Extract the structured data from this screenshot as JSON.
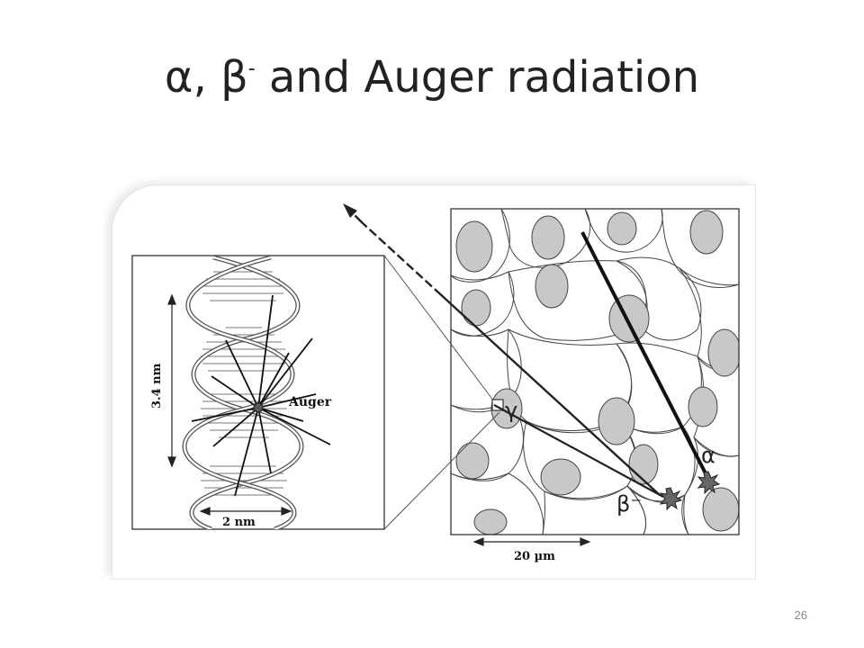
{
  "slide": {
    "title_main": "α, β",
    "title_sup": "-",
    "title_rest": " and Auger radiation",
    "page_number": "26"
  },
  "diagram": {
    "dna_panel": {
      "height_label": "3.4 nm",
      "width_label": "2 nm",
      "auger_label": "Auger"
    },
    "cell_panel": {
      "alpha_label": "α",
      "beta_label": "β⁻",
      "gamma_label": "γ",
      "scale_label": "20 µm"
    }
  }
}
